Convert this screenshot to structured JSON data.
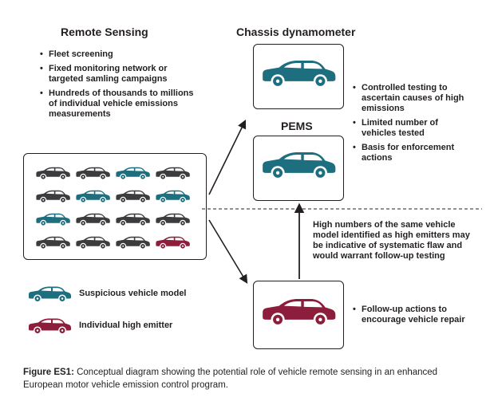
{
  "headings": {
    "remote_sensing": "Remote Sensing",
    "chassis": "Chassis dynamometer",
    "pems": "PEMS"
  },
  "remote_sensing_bullets": [
    "Fleet screening",
    "Fixed monitoring network or targeted samling campaigns",
    "Hundreds of thousands to millions of individual vehicle emissions measurements"
  ],
  "testing_bullets": [
    "Controlled testing to ascertain causes of high emissions",
    "Limited number of vehicles tested",
    "Basis for enforcement actions"
  ],
  "followup_bullets": [
    "Follow-up actions to encourage vehicle repair"
  ],
  "high_numbers_text": "High numbers of the same vehicle model identified as high emitters may be indicative of systematic flaw and would warrant follow-up testing",
  "legend": {
    "suspicious": "Suspicious vehicle model",
    "emitter": "Individual high emitter"
  },
  "caption": {
    "label": "Figure ES1:",
    "text": " Conceptual diagram showing the potential role of vehicle remote sensing in an enhanced European motor vehicle emission control program."
  },
  "colors": {
    "dark_car": "#3c3c3e",
    "suspicious_car": "#1d6e7f",
    "emitter_car": "#8c1d3b",
    "border": "#231f20"
  },
  "fleet_grid": [
    [
      "dark",
      "dark",
      "teal",
      "dark"
    ],
    [
      "dark",
      "teal",
      "dark",
      "teal"
    ],
    [
      "teal",
      "dark",
      "dark",
      "dark"
    ],
    [
      "dark",
      "dark",
      "dark",
      "red"
    ]
  ]
}
